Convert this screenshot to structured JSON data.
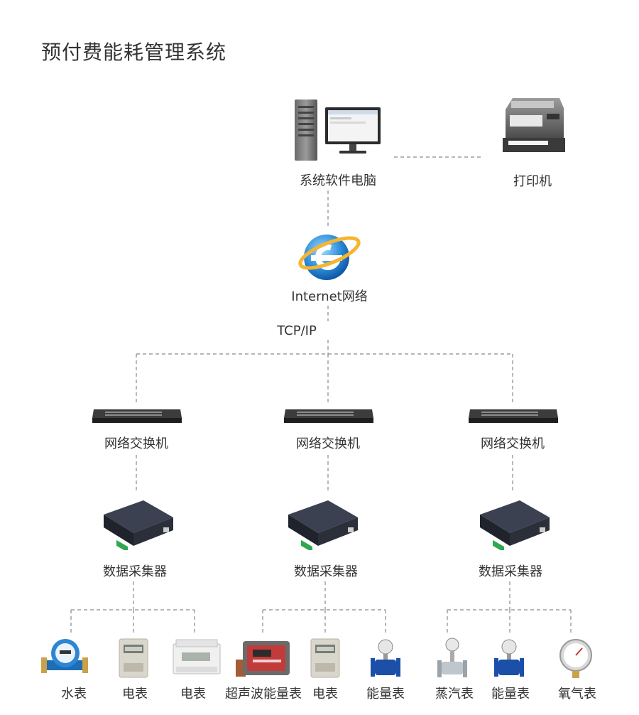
{
  "title": "预付费能耗管理系统",
  "nodes": {
    "computer": "系统软件电脑",
    "printer": "打印机",
    "internet": "Internet网络",
    "protocol": "TCP/IP",
    "switch_label": "网络交换机",
    "collector_label": "数据采集器"
  },
  "meters": [
    "水表",
    "电表",
    "电表",
    "超声波能量表",
    "电表",
    "能量表",
    "蒸汽表",
    "能量表",
    "氧气表"
  ],
  "colors": {
    "line": "#888888",
    "text": "#333333"
  }
}
